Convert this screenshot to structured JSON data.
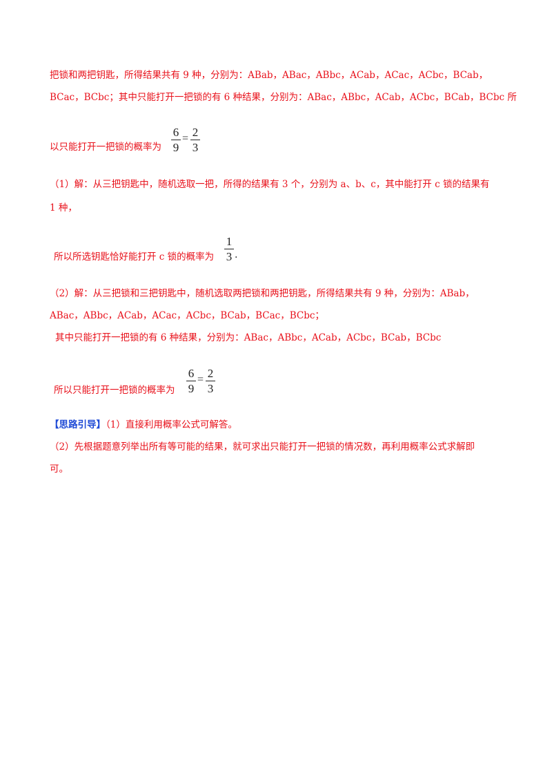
{
  "lines": [
    "把锁和两把钥匙，所得结果共有 9 种，分别为：ABab，ABac，ABbc，ACab，ACac，ACbc，BCab，",
    "BCac，BCbc；其中只能打开一把锁的有 6 种结果，分别为：ABac，ABbc，ACab，ACbc，BCab，BCbc 所",
    "以只能打开一把锁的概率为",
    "（1）解：从三把钥匙中，随机选取一把，所得的结果有 3 个，分别为 a、b、c，其中能打开 c 锁的结果有",
    "1 种，",
    "所以所选钥匙恰好能打开 c 锁的概率为",
    "（2）解：从三把锁和三把钥匙中，随机选取两把锁和两把钥匙，所得结果共有 9 种，分别为：ABab，",
    "ABac，ABbc，ACab，ACac，ACbc，BCab，BCac，BCbc；",
    "其中只能打开一把锁的有 6 种结果，分别为：ABac，ABbc，ACab，ACbc，BCab，BCbc",
    "所以只能打开一把锁的概率为",
    "（1）直接利用概率公式可解答。",
    "（2）先根据题意列举出所有等可能的结果，就可求出只能打开一把锁的情况数，再利用概率公式求解即",
    "可。"
  ],
  "hint_tag": "【思路引导】",
  "fractions": {
    "f1": {
      "num": "6",
      "den": "9",
      "eq": "=",
      "num2": "2",
      "den2": "3"
    },
    "f2": {
      "num": "1",
      "den": "3",
      "dot": "."
    },
    "f3": {
      "num": "6",
      "den": "9",
      "eq": "=",
      "num2": "2",
      "den2": "3"
    }
  }
}
